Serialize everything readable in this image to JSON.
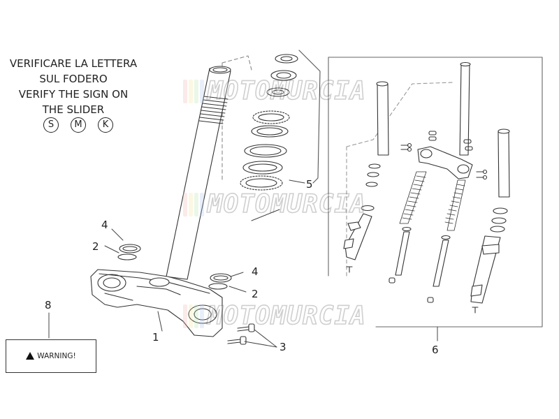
{
  "note": {
    "line1": "VERIFICARE LA LETTERA",
    "line2": "SUL FODERO",
    "line3": "VERIFY THE SIGN ON",
    "line4": "THE SLIDER"
  },
  "slider_marks": [
    "S",
    "M",
    "K"
  ],
  "callouts": {
    "c1": "1",
    "c2a": "2",
    "c2b": "2",
    "c3": "3",
    "c4a": "4",
    "c4b": "4",
    "c5": "5",
    "c6": "6",
    "c8": "8"
  },
  "warning_label": "WARNING!",
  "watermark": {
    "text": "MOTOMURCIA",
    "bar_colors": [
      "#f4b6b6",
      "#f2e39a",
      "#b9e3b0",
      "#b3c8ef"
    ]
  },
  "colors": {
    "line": "#333333",
    "dash": "#888888"
  }
}
